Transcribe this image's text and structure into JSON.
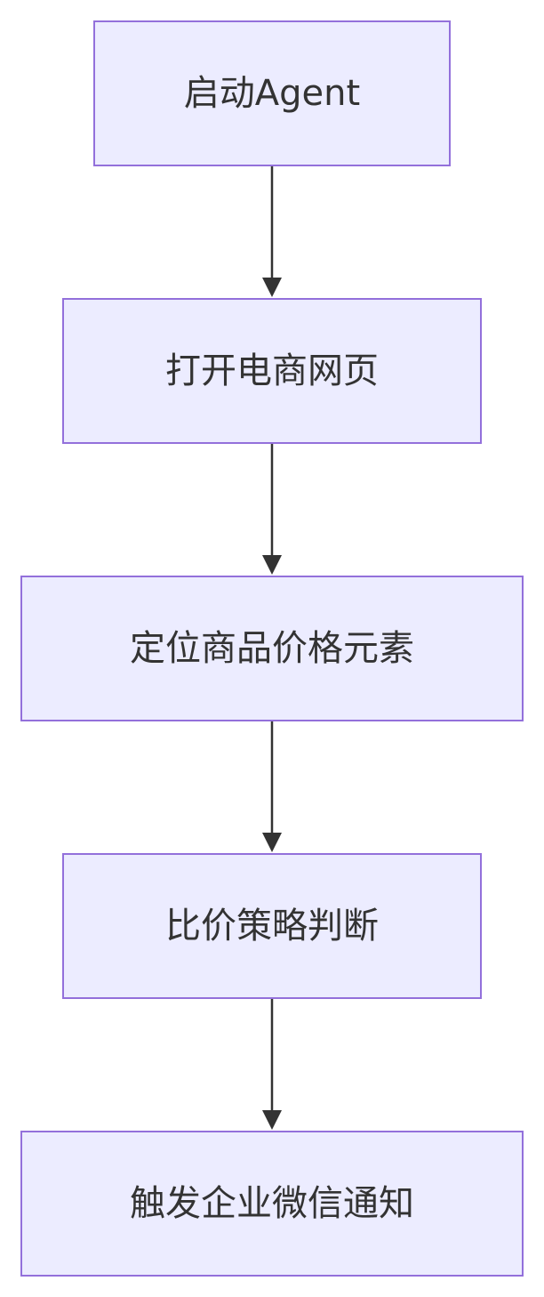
{
  "flowchart": {
    "nodes": [
      {
        "id": "start-agent",
        "label": "启动Agent"
      },
      {
        "id": "open-ecommerce-page",
        "label": "打开电商网页"
      },
      {
        "id": "locate-price-element",
        "label": "定位商品价格元素"
      },
      {
        "id": "price-comparison-decision",
        "label": "比价策略判断"
      },
      {
        "id": "trigger-wecom-notification",
        "label": "触发企业微信通知"
      }
    ],
    "edges": [
      {
        "from": "start-agent",
        "to": "open-ecommerce-page"
      },
      {
        "from": "open-ecommerce-page",
        "to": "locate-price-element"
      },
      {
        "from": "locate-price-element",
        "to": "price-comparison-decision"
      },
      {
        "from": "price-comparison-decision",
        "to": "trigger-wecom-notification"
      }
    ]
  },
  "colors": {
    "node_fill": "#ECECFF",
    "node_border": "#9370DB",
    "text": "#333333",
    "edge": "#333333"
  }
}
